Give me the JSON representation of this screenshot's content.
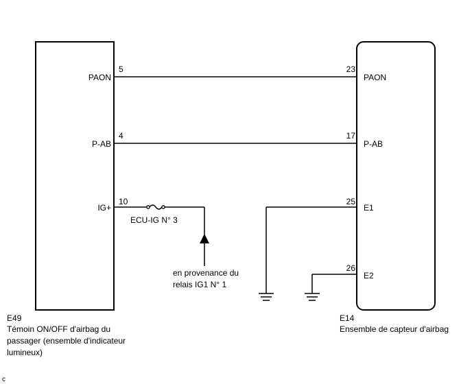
{
  "left_component": {
    "id": "E49",
    "description_lines": [
      "Témoin ON/OFF d'airbag du",
      "passager (ensemble d'indicateur",
      "lumineux)"
    ],
    "pins": [
      {
        "name": "PAON",
        "number": "5"
      },
      {
        "name": "P-AB",
        "number": "4"
      },
      {
        "name": "IG+",
        "number": "10"
      }
    ]
  },
  "right_component": {
    "id": "E14",
    "description": "Ensemble de capteur d'airbag",
    "pins": [
      {
        "name": "PAON",
        "number": "23"
      },
      {
        "name": "P-AB",
        "number": "17"
      },
      {
        "name": "E1",
        "number": "25"
      },
      {
        "name": "E2",
        "number": "26"
      }
    ]
  },
  "fuse": {
    "label": "ECU-IG N° 3"
  },
  "source": {
    "lines": [
      "en provenance du",
      "relais IG1 N° 1"
    ]
  },
  "corner_mark": "c"
}
